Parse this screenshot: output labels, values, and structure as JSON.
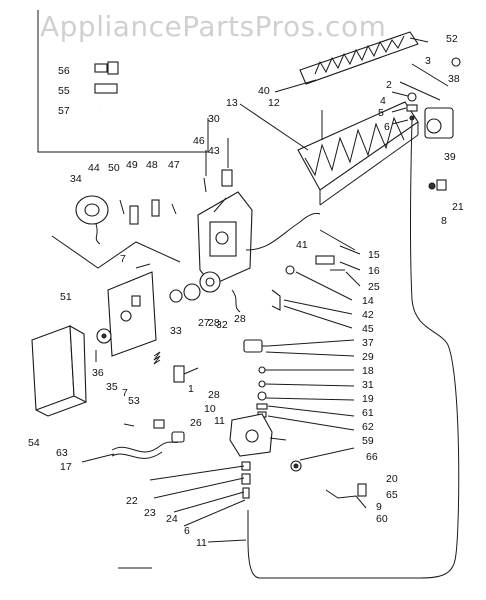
{
  "watermark": "AppliancePartsPros.com",
  "callouts": [
    {
      "id": "c52",
      "text": "52"
    },
    {
      "id": "c3",
      "text": "3"
    },
    {
      "id": "c38",
      "text": "38"
    },
    {
      "id": "c2",
      "text": "2"
    },
    {
      "id": "c4",
      "text": "4"
    },
    {
      "id": "c5",
      "text": "5"
    },
    {
      "id": "c6",
      "text": "6"
    },
    {
      "id": "c39",
      "text": "39"
    },
    {
      "id": "c40",
      "text": "40"
    },
    {
      "id": "c12",
      "text": "12"
    },
    {
      "id": "c13",
      "text": "13"
    },
    {
      "id": "c21",
      "text": "21"
    },
    {
      "id": "c8",
      "text": "8"
    },
    {
      "id": "c56",
      "text": "56"
    },
    {
      "id": "c55",
      "text": "55"
    },
    {
      "id": "c57",
      "text": "57"
    },
    {
      "id": "c30",
      "text": "30"
    },
    {
      "id": "c46",
      "text": "46"
    },
    {
      "id": "c43",
      "text": "43"
    },
    {
      "id": "c44",
      "text": "44"
    },
    {
      "id": "c50",
      "text": "50"
    },
    {
      "id": "c49",
      "text": "49"
    },
    {
      "id": "c48",
      "text": "48"
    },
    {
      "id": "c47",
      "text": "47"
    },
    {
      "id": "c34",
      "text": "34"
    },
    {
      "id": "c41",
      "text": "41"
    },
    {
      "id": "c15",
      "text": "15"
    },
    {
      "id": "c16",
      "text": "16"
    },
    {
      "id": "c25",
      "text": "25"
    },
    {
      "id": "c14",
      "text": "14"
    },
    {
      "id": "c42",
      "text": "42"
    },
    {
      "id": "c45",
      "text": "45"
    },
    {
      "id": "c7a",
      "text": "7"
    },
    {
      "id": "c51",
      "text": "51"
    },
    {
      "id": "c28a",
      "text": "28"
    },
    {
      "id": "c33",
      "text": "33"
    },
    {
      "id": "c27",
      "text": "27"
    },
    {
      "id": "c32",
      "text": "32"
    },
    {
      "id": "c28b",
      "text": "28"
    },
    {
      "id": "c37",
      "text": "37"
    },
    {
      "id": "c29",
      "text": "29"
    },
    {
      "id": "c18",
      "text": "18"
    },
    {
      "id": "c31",
      "text": "31"
    },
    {
      "id": "c19",
      "text": "19"
    },
    {
      "id": "c61",
      "text": "61"
    },
    {
      "id": "c62",
      "text": "62"
    },
    {
      "id": "c59",
      "text": "59"
    },
    {
      "id": "c66",
      "text": "66"
    },
    {
      "id": "c36",
      "text": "36"
    },
    {
      "id": "c35",
      "text": "35"
    },
    {
      "id": "c7b",
      "text": "7"
    },
    {
      "id": "c53",
      "text": "53"
    },
    {
      "id": "c1",
      "text": "1"
    },
    {
      "id": "c28c",
      "text": "28"
    },
    {
      "id": "c10",
      "text": "10"
    },
    {
      "id": "c11a",
      "text": "11"
    },
    {
      "id": "c26",
      "text": "26"
    },
    {
      "id": "c54",
      "text": "54"
    },
    {
      "id": "c63",
      "text": "63"
    },
    {
      "id": "c17",
      "text": "17"
    },
    {
      "id": "c22",
      "text": "22"
    },
    {
      "id": "c23",
      "text": "23"
    },
    {
      "id": "c24",
      "text": "24"
    },
    {
      "id": "c6b",
      "text": "6"
    },
    {
      "id": "c11b",
      "text": "11"
    },
    {
      "id": "c20",
      "text": "20"
    },
    {
      "id": "c65",
      "text": "65"
    },
    {
      "id": "c9",
      "text": "9"
    },
    {
      "id": "c60",
      "text": "60"
    }
  ]
}
